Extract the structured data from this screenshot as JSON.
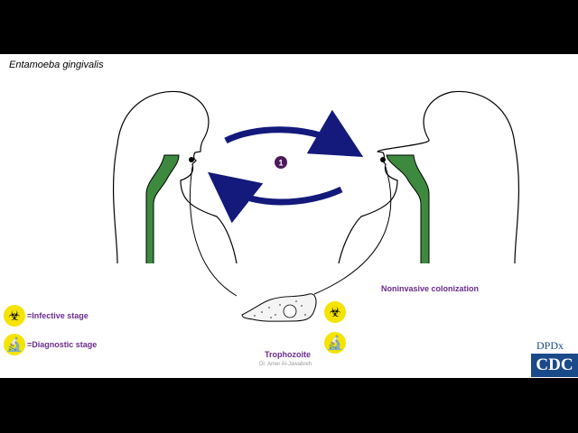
{
  "title": "Entamoeba gingivalis",
  "step_number": "1",
  "colonization_label": "Noninvasive colonization",
  "stage_label": "Trophozoite",
  "credit": "Dr. Amer Al-Jawabreh",
  "legend": [
    {
      "icon": "biohazard-icon",
      "glyph": "☣",
      "label": "=Infective stage"
    },
    {
      "icon": "microscope-icon",
      "glyph": "🔬",
      "label": "=Diagnostic stage"
    }
  ],
  "logo": {
    "top": "DPDx",
    "bottom": "CDC"
  },
  "colors": {
    "arrow": "#141a7c",
    "tract": "#3d8a3f",
    "accent": "#6a2c8e",
    "icon_bg": "#f5e400",
    "logo": "#1a4a8a"
  }
}
